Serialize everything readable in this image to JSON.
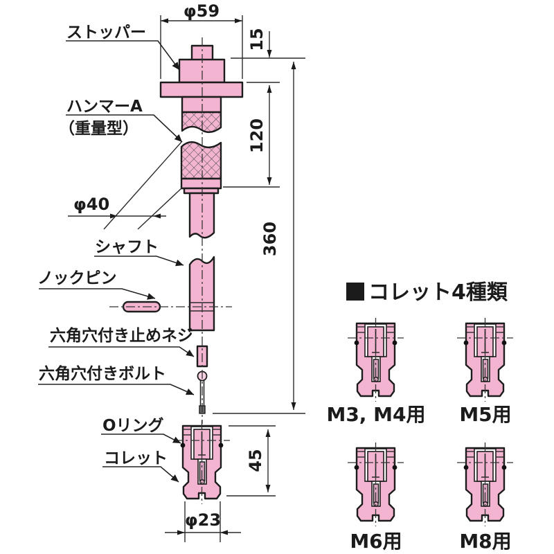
{
  "diagram": {
    "title_hint": "slide hammer tool assembly drawing",
    "part_labels": {
      "stopper": "ストッパー",
      "hammer_line1": "ハンマーA",
      "hammer_line2": "（重量型）",
      "shaft": "シャフト",
      "knock_pin": "ノックピン",
      "set_screw": "六角穴付き止めネジ",
      "socket_bolt": "六角穴付きボルト",
      "o_ring": "Oリング",
      "collet": "コレット"
    },
    "dimensions": {
      "top_diameter": "φ59",
      "stopper_height": "15",
      "hammer_length": "120",
      "total_length": "360",
      "collet_height": "45",
      "hammer_diameter": "φ40",
      "collet_diameter": "φ23"
    },
    "collet_panel": {
      "heading": "コレット4種類",
      "variants": [
        {
          "label": "M3, M4用"
        },
        {
          "label": "M5用"
        },
        {
          "label": "M6用"
        },
        {
          "label": "M8用"
        }
      ]
    },
    "colors": {
      "part_fill": "#f2b4d0",
      "outline": "#1c1c1c",
      "hatch_line": "#4a4a4a",
      "dim_line": "#2a2a2a"
    }
  }
}
